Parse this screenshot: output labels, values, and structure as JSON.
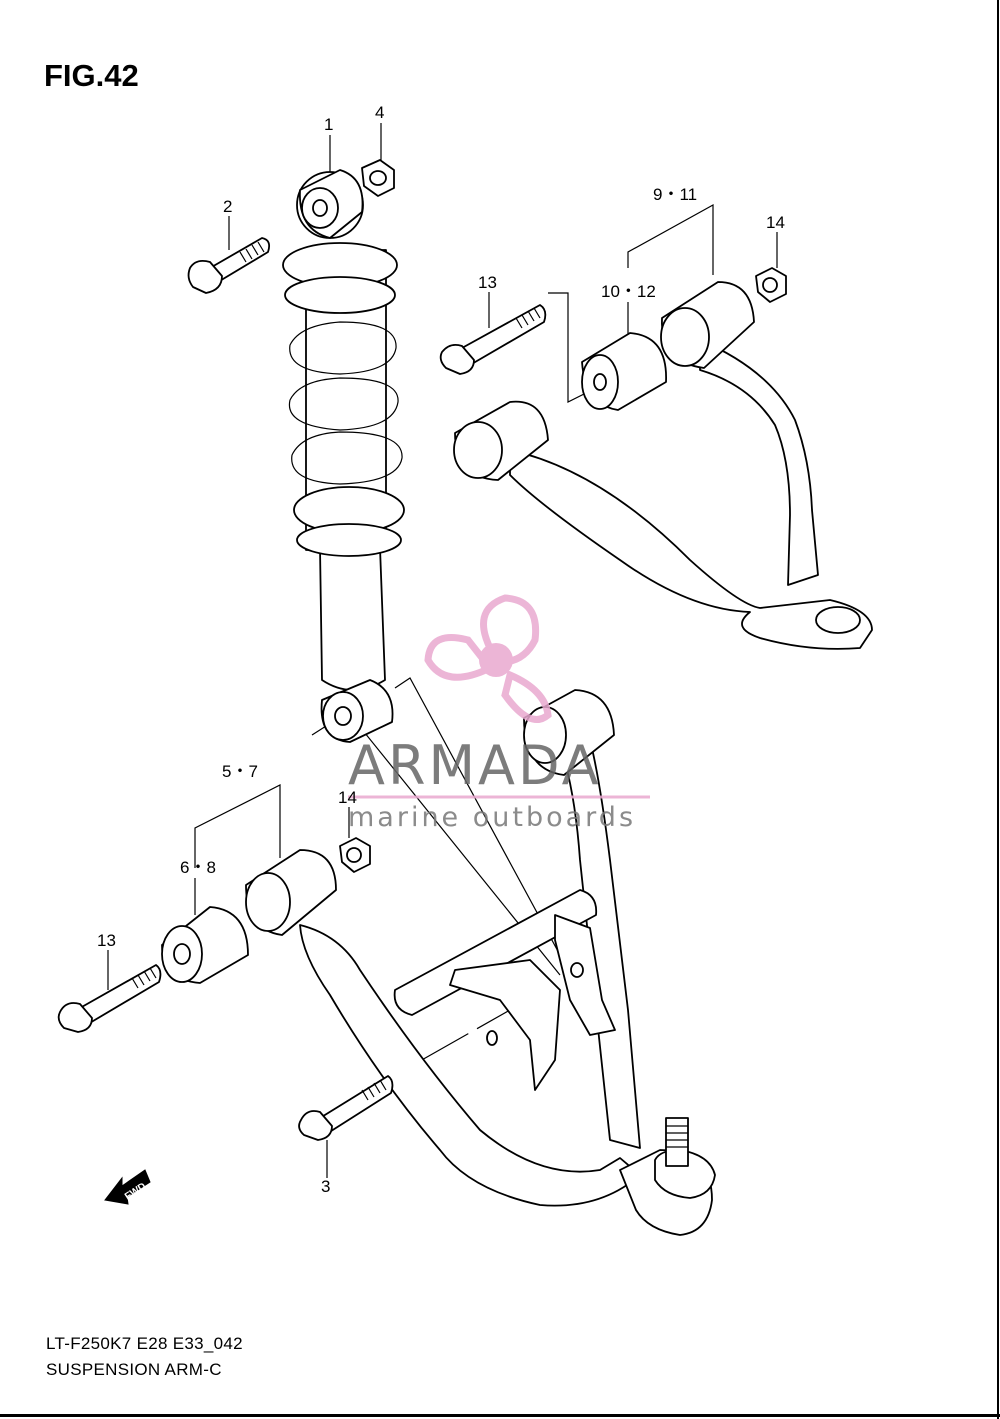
{
  "figure": {
    "title": "FIG.42",
    "code": "LT-F250K7 E28 E33_042",
    "name": "SUSPENSION ARM-C"
  },
  "callouts": {
    "c1": "1",
    "c2": "2",
    "c3": "3",
    "c4": "4",
    "c14_top": "14",
    "c14_mid": "14",
    "c13_top": "13",
    "c13_bottom": "13",
    "c9_11": "9・11",
    "c10_12": "10・12",
    "c5_7": "5・7",
    "c6_8": "6・8"
  },
  "watermark": {
    "word": "ARMADA",
    "tagline": "marine outboards",
    "color": "#e9a9d0"
  },
  "fwd_arrow": {
    "label": "FWD"
  },
  "icons": {
    "fwd": "arrow-left-icon",
    "logo": "propeller-icon"
  }
}
